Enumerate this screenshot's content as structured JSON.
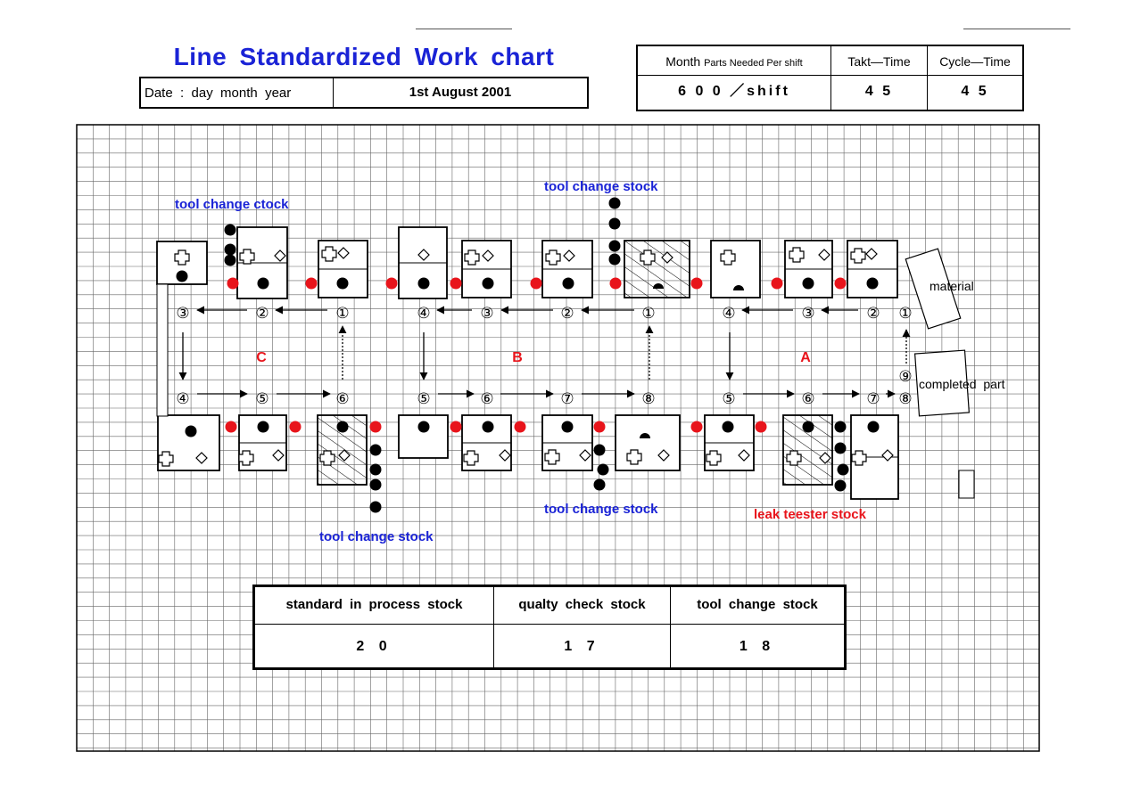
{
  "header": {
    "title": "Line  Standardized  Work  chart",
    "date_label": "Date  :  day  month  year",
    "date_value": "1st August 2001",
    "col1_label_main": "Month",
    "col1_label_small": "Parts  Needed  Per  shift",
    "col1_value": "6 0 0 ／shift",
    "takt_label": "Takt—Time",
    "takt_value": "4 5",
    "cycle_label": "Cycle—Time",
    "cycle_value": "4 5"
  },
  "labels": {
    "tool_change_ctock": "tool  change  ctock",
    "tool_change_stock_top": "tool  change  stock",
    "tool_change_stock_bottom_mid": "tool  change  stock",
    "tool_change_stock_bottom_left": "tool  change  stock",
    "leak_tester_stock": "leak  teester  stock",
    "material": "material",
    "completed_part": "completed  part",
    "section_a": "A",
    "section_b": "B",
    "section_c": "C"
  },
  "summary": {
    "h1": "standard  in  process  stock",
    "h2": "qualty  check  stock",
    "h3": "tool  change  stock",
    "v1": "2 0",
    "v2": "1 7",
    "v3": "1 8"
  },
  "steps": {
    "top_row": [
      "③",
      "②",
      "①",
      "④",
      "③",
      "②",
      "①",
      "④",
      "③",
      "②",
      "①"
    ],
    "bottom_row": [
      "④",
      "⑤",
      "⑥",
      "⑤",
      "⑥",
      "⑦",
      "⑧",
      "⑤",
      "⑥",
      "⑦",
      "⑧"
    ],
    "nine": "⑨"
  },
  "colors": {
    "title_blue": "#1a23d6",
    "label_red": "#e8141b",
    "grid": "#555555"
  },
  "icons": [
    "cross-shape-icon",
    "diamond-icon",
    "stock-dot-icon",
    "red-stock-dot-icon",
    "arrow-icon"
  ]
}
